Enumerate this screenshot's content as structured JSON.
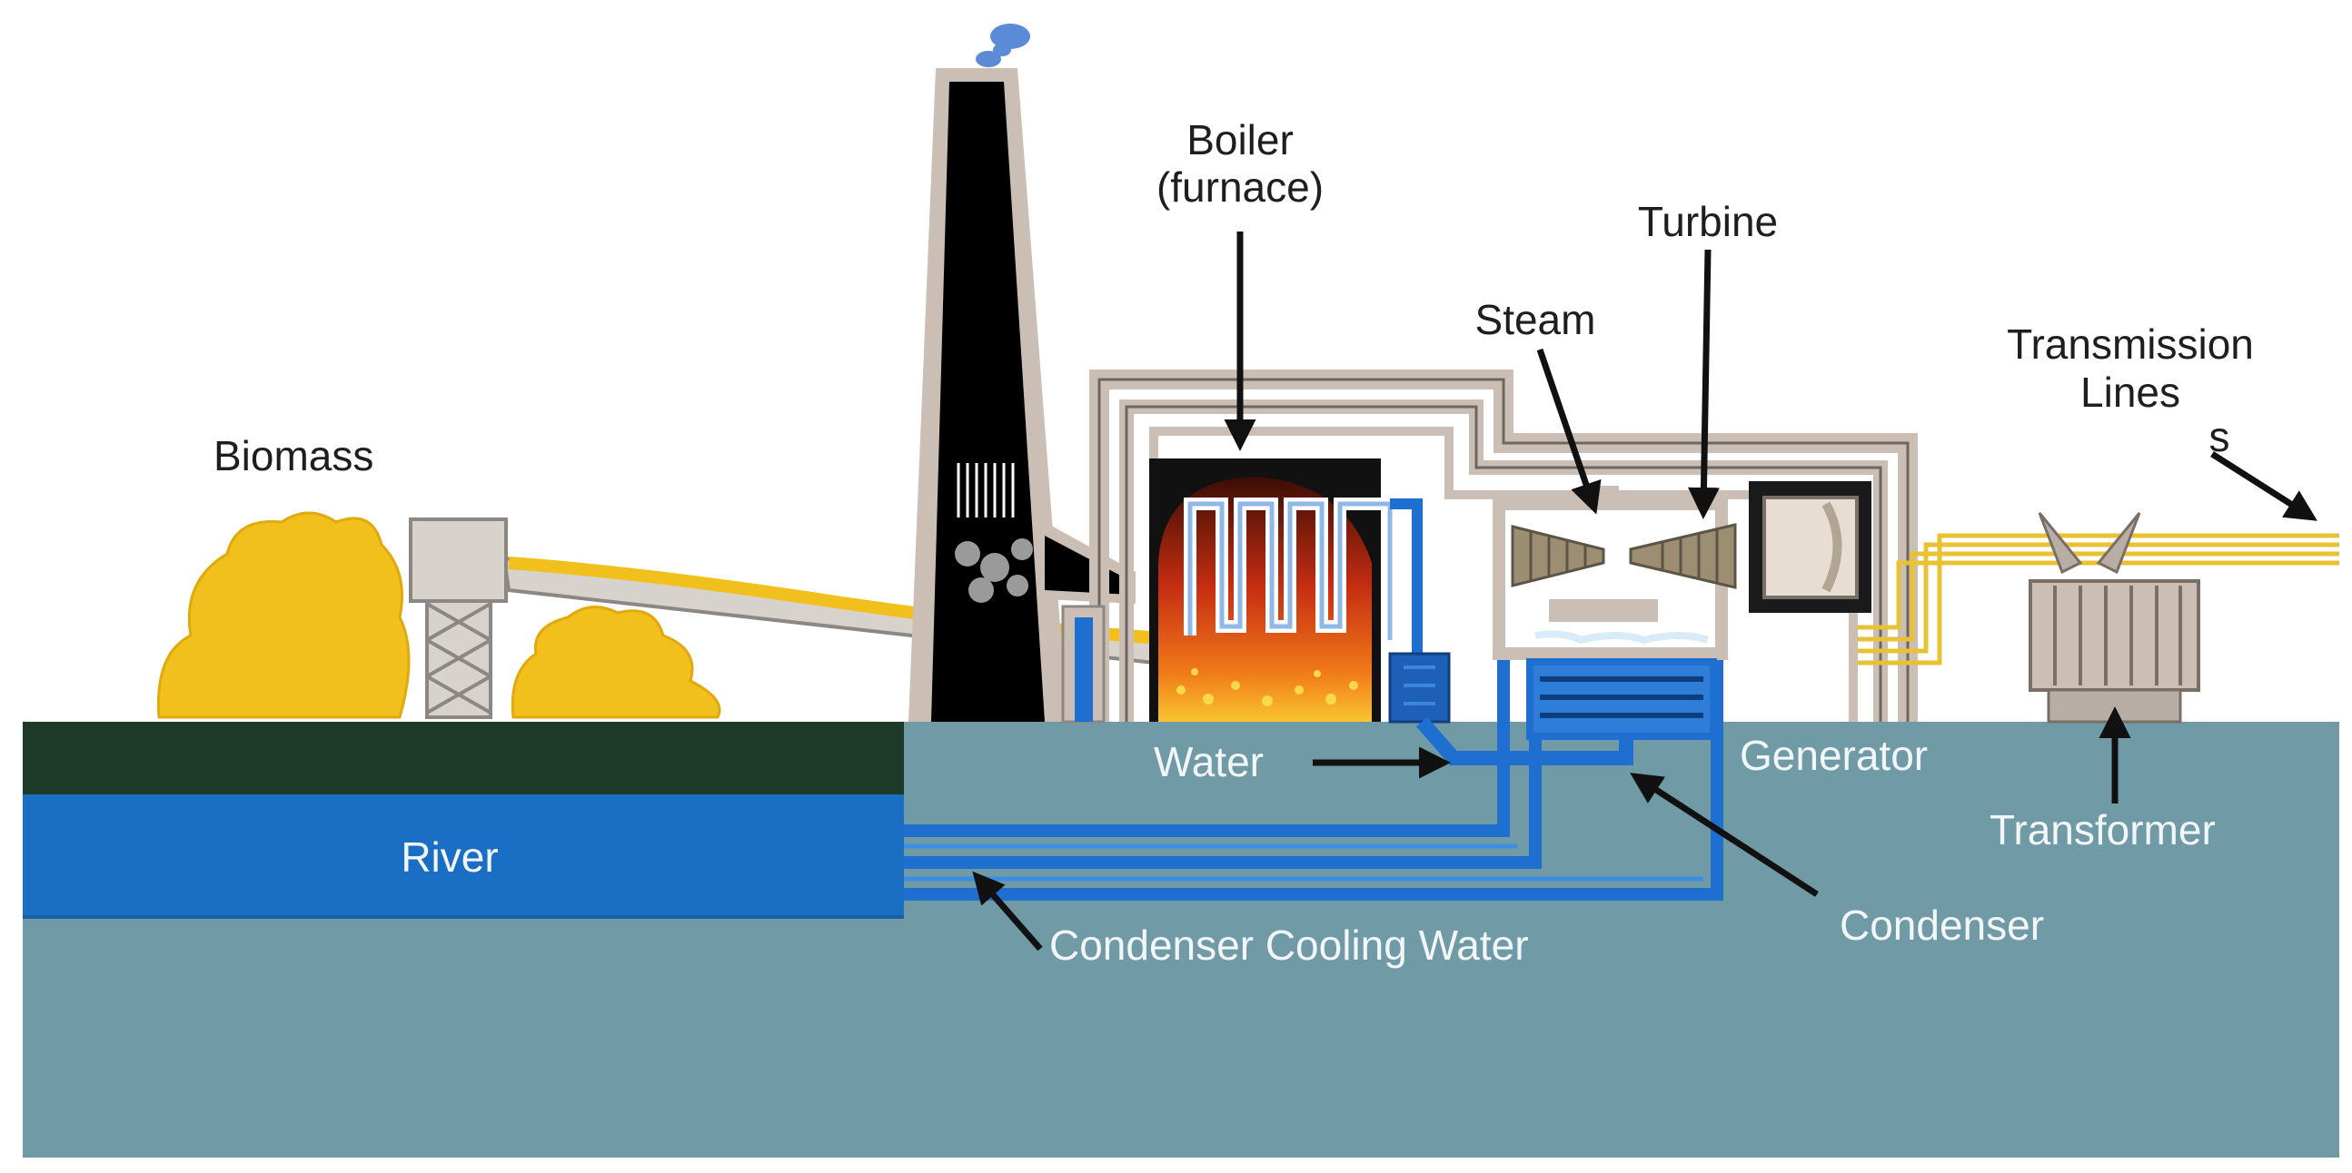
{
  "labels": {
    "biomass": "Biomass",
    "boiler_line1": "Boiler",
    "boiler_line2": "(furnace)",
    "turbine": "Turbine",
    "steam": "Steam",
    "transmission_line1": "Transmission",
    "transmission_line2": "Lines",
    "transmission_mark": "s",
    "water": "Water",
    "generator": "Generator",
    "transformer": "Transformer",
    "river": "River",
    "condenser": "Condenser",
    "condenser_cooling_water": "Condenser Cooling Water"
  },
  "colors": {
    "ground": "#6f9aa6",
    "grass": "#1c3a27",
    "river": "#1a6fc4",
    "biomass": "#f2c01c",
    "stack": "#000000",
    "wall": "#cbbfb5",
    "pipe_blue": "#1e6fd0",
    "arrow": "#111111"
  }
}
